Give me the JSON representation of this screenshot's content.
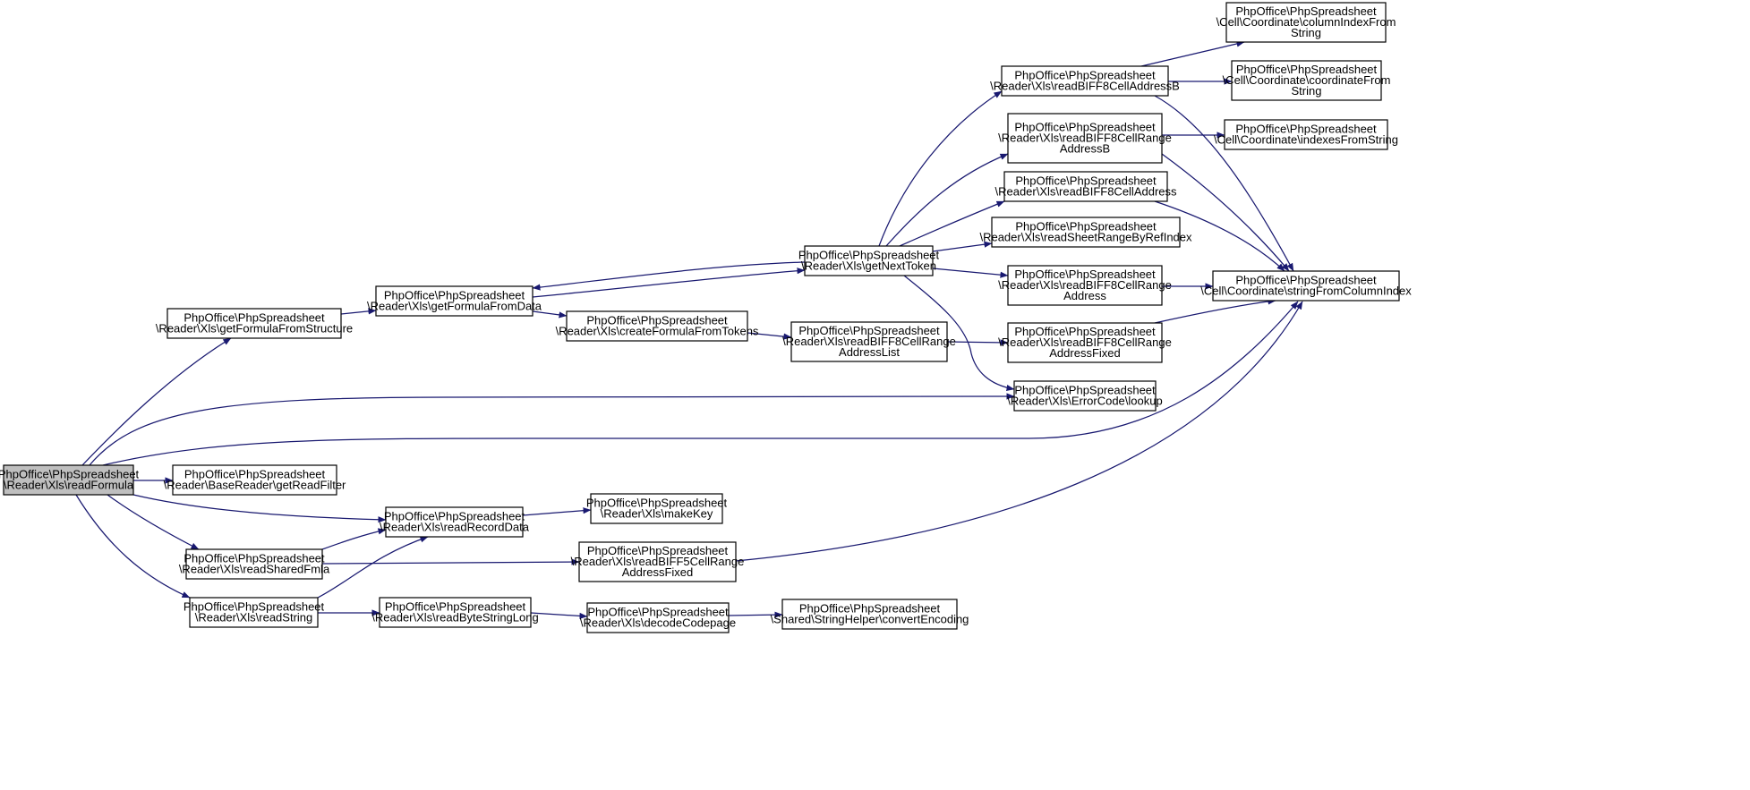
{
  "colors": {
    "edge": "#191970",
    "node_fill": "#ffffff",
    "highlight_fill": "#bfbfbf",
    "border": "#000000"
  },
  "nodes": [
    {
      "id": "readFormula",
      "lines": [
        "PhpOffice\\PhpSpreadsheet",
        "\\Reader\\Xls\\readFormula"
      ],
      "highlight": true
    },
    {
      "id": "getFormulaFromStructure",
      "lines": [
        "PhpOffice\\PhpSpreadsheet",
        "\\Reader\\Xls\\getFormulaFromStructure"
      ]
    },
    {
      "id": "getFormulaFromData",
      "lines": [
        "PhpOffice\\PhpSpreadsheet",
        "\\Reader\\Xls\\getFormulaFromData"
      ]
    },
    {
      "id": "createFormulaFromTokens",
      "lines": [
        "PhpOffice\\PhpSpreadsheet",
        "\\Reader\\Xls\\createFormulaFromTokens"
      ]
    },
    {
      "id": "getNextToken",
      "lines": [
        "PhpOffice\\PhpSpreadsheet",
        "\\Reader\\Xls\\getNextToken"
      ]
    },
    {
      "id": "readBIFF8CellRangeAddressList",
      "lines": [
        "PhpOffice\\PhpSpreadsheet",
        "\\Reader\\Xls\\readBIFF8CellRange",
        "AddressList"
      ]
    },
    {
      "id": "readBIFF8CellAddressB",
      "lines": [
        "PhpOffice\\PhpSpreadsheet",
        "\\Reader\\Xls\\readBIFF8CellAddressB"
      ]
    },
    {
      "id": "readBIFF8CellRangeAddressB",
      "lines": [
        "PhpOffice\\PhpSpreadsheet",
        "\\Reader\\Xls\\readBIFF8CellRange",
        "AddressB"
      ]
    },
    {
      "id": "readBIFF8CellAddress",
      "lines": [
        "PhpOffice\\PhpSpreadsheet",
        "\\Reader\\Xls\\readBIFF8CellAddress"
      ]
    },
    {
      "id": "readSheetRangeByRefIndex",
      "lines": [
        "PhpOffice\\PhpSpreadsheet",
        "\\Reader\\Xls\\readSheetRangeByRefIndex"
      ]
    },
    {
      "id": "readBIFF8CellRangeAddress",
      "lines": [
        "PhpOffice\\PhpSpreadsheet",
        "\\Reader\\Xls\\readBIFF8CellRange",
        "Address"
      ]
    },
    {
      "id": "readBIFF8CellRangeAddressFixed",
      "lines": [
        "PhpOffice\\PhpSpreadsheet",
        "\\Reader\\Xls\\readBIFF8CellRange",
        "AddressFixed"
      ]
    },
    {
      "id": "errorCodeLookup",
      "lines": [
        "PhpOffice\\PhpSpreadsheet",
        "\\Reader\\Xls\\ErrorCode\\lookup"
      ]
    },
    {
      "id": "columnIndexFromString",
      "lines": [
        "PhpOffice\\PhpSpreadsheet",
        "\\Cell\\Coordinate\\columnIndexFrom",
        "String"
      ]
    },
    {
      "id": "coordinateFromString",
      "lines": [
        "PhpOffice\\PhpSpreadsheet",
        "\\Cell\\Coordinate\\coordinateFrom",
        "String"
      ]
    },
    {
      "id": "indexesFromString",
      "lines": [
        "PhpOffice\\PhpSpreadsheet",
        "\\Cell\\Coordinate\\indexesFromString"
      ]
    },
    {
      "id": "stringFromColumnIndex",
      "lines": [
        "PhpOffice\\PhpSpreadsheet",
        "\\Cell\\Coordinate\\stringFromColumnIndex"
      ]
    },
    {
      "id": "getReadFilter",
      "lines": [
        "PhpOffice\\PhpSpreadsheet",
        "\\Reader\\BaseReader\\getReadFilter"
      ]
    },
    {
      "id": "readRecordData",
      "lines": [
        "PhpOffice\\PhpSpreadsheet",
        "\\Reader\\Xls\\readRecordData"
      ]
    },
    {
      "id": "makeKey",
      "lines": [
        "PhpOffice\\PhpSpreadsheet",
        "\\Reader\\Xls\\makeKey"
      ]
    },
    {
      "id": "readSharedFmla",
      "lines": [
        "PhpOffice\\PhpSpreadsheet",
        "\\Reader\\Xls\\readSharedFmla"
      ]
    },
    {
      "id": "readBIFF5CellRangeAddressFixed",
      "lines": [
        "PhpOffice\\PhpSpreadsheet",
        "\\Reader\\Xls\\readBIFF5CellRange",
        "AddressFixed"
      ]
    },
    {
      "id": "readString",
      "lines": [
        "PhpOffice\\PhpSpreadsheet",
        "\\Reader\\Xls\\readString"
      ]
    },
    {
      "id": "readByteStringLong",
      "lines": [
        "PhpOffice\\PhpSpreadsheet",
        "\\Reader\\Xls\\readByteStringLong"
      ]
    },
    {
      "id": "decodeCodepage",
      "lines": [
        "PhpOffice\\PhpSpreadsheet",
        "\\Reader\\Xls\\decodeCodepage"
      ]
    },
    {
      "id": "convertEncoding",
      "lines": [
        "PhpOffice\\PhpSpreadsheet",
        "\\Shared\\StringHelper\\convertEncoding"
      ]
    }
  ],
  "edges": [
    {
      "from": "readFormula",
      "to": "getFormulaFromStructure"
    },
    {
      "from": "readFormula",
      "to": "errorCodeLookup"
    },
    {
      "from": "readFormula",
      "to": "stringFromColumnIndex"
    },
    {
      "from": "readFormula",
      "to": "getReadFilter"
    },
    {
      "from": "readFormula",
      "to": "readRecordData"
    },
    {
      "from": "readFormula",
      "to": "readSharedFmla"
    },
    {
      "from": "readFormula",
      "to": "readString"
    },
    {
      "from": "getFormulaFromStructure",
      "to": "getFormulaFromData"
    },
    {
      "from": "getFormulaFromData",
      "to": "getNextToken"
    },
    {
      "from": "getFormulaFromData",
      "to": "createFormulaFromTokens"
    },
    {
      "from": "getNextToken",
      "to": "getFormulaFromData"
    },
    {
      "from": "getNextToken",
      "to": "readBIFF8CellAddressB"
    },
    {
      "from": "getNextToken",
      "to": "readBIFF8CellRangeAddressB"
    },
    {
      "from": "getNextToken",
      "to": "readBIFF8CellAddress"
    },
    {
      "from": "getNextToken",
      "to": "readSheetRangeByRefIndex"
    },
    {
      "from": "getNextToken",
      "to": "readBIFF8CellRangeAddress"
    },
    {
      "from": "getNextToken",
      "to": "errorCodeLookup"
    },
    {
      "from": "createFormulaFromTokens",
      "to": "readBIFF8CellRangeAddressList"
    },
    {
      "from": "readBIFF8CellRangeAddressList",
      "to": "readBIFF8CellRangeAddressFixed"
    },
    {
      "from": "readBIFF8CellAddressB",
      "to": "columnIndexFromString"
    },
    {
      "from": "readBIFF8CellAddressB",
      "to": "coordinateFromString"
    },
    {
      "from": "readBIFF8CellAddressB",
      "to": "stringFromColumnIndex"
    },
    {
      "from": "readBIFF8CellRangeAddressB",
      "to": "indexesFromString"
    },
    {
      "from": "readBIFF8CellRangeAddressB",
      "to": "stringFromColumnIndex"
    },
    {
      "from": "readBIFF8CellAddress",
      "to": "stringFromColumnIndex"
    },
    {
      "from": "readBIFF8CellRangeAddress",
      "to": "stringFromColumnIndex"
    },
    {
      "from": "readBIFF8CellRangeAddressFixed",
      "to": "stringFromColumnIndex"
    },
    {
      "from": "readRecordData",
      "to": "makeKey"
    },
    {
      "from": "readSharedFmla",
      "to": "readRecordData"
    },
    {
      "from": "readSharedFmla",
      "to": "readBIFF5CellRangeAddressFixed"
    },
    {
      "from": "readBIFF5CellRangeAddressFixed",
      "to": "stringFromColumnIndex"
    },
    {
      "from": "readString",
      "to": "readRecordData"
    },
    {
      "from": "readString",
      "to": "readByteStringLong"
    },
    {
      "from": "readByteStringLong",
      "to": "decodeCodepage"
    },
    {
      "from": "decodeCodepage",
      "to": "convertEncoding"
    }
  ]
}
